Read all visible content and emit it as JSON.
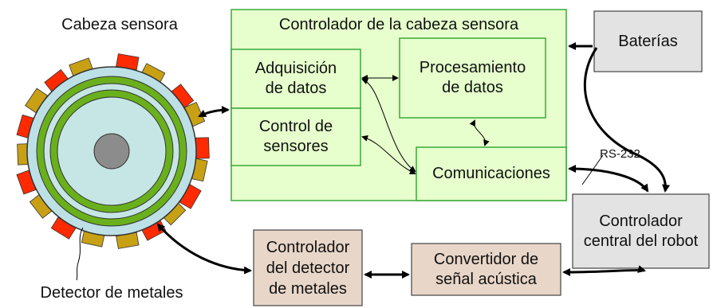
{
  "colors": {
    "green_fill": "#e6ffcc",
    "green_stroke": "#3aa83a",
    "brown_fill": "#e8d6c8",
    "grey_fill": "#e3e3e3",
    "box_stroke": "#444444",
    "outer_disc": "#bde0e6",
    "ring_green": "#6ab01c",
    "ring_light": "#c6e6e6",
    "hub": "#8c8c8c",
    "sensor_red": "#ff2a00",
    "sensor_gold": "#c8a014"
  },
  "labels": {
    "head": "Cabeza sensora",
    "detector": "Detector de metales",
    "rs232": "RS-232"
  },
  "controller": {
    "title": "Controlador de la cabeza sensora",
    "acquisition": "Adquisición\nde datos",
    "processing": "Procesamiento\nde datos",
    "sensor_control": "Control de\nsensores",
    "communications": "Comunicaciones"
  },
  "batteries": "Baterías",
  "central": "Controlador\ncentral del robot",
  "metal_ctrl": "Controlador\ndel detector\nde metales",
  "acoustic": "Convertidor de\nseñal acústica"
}
